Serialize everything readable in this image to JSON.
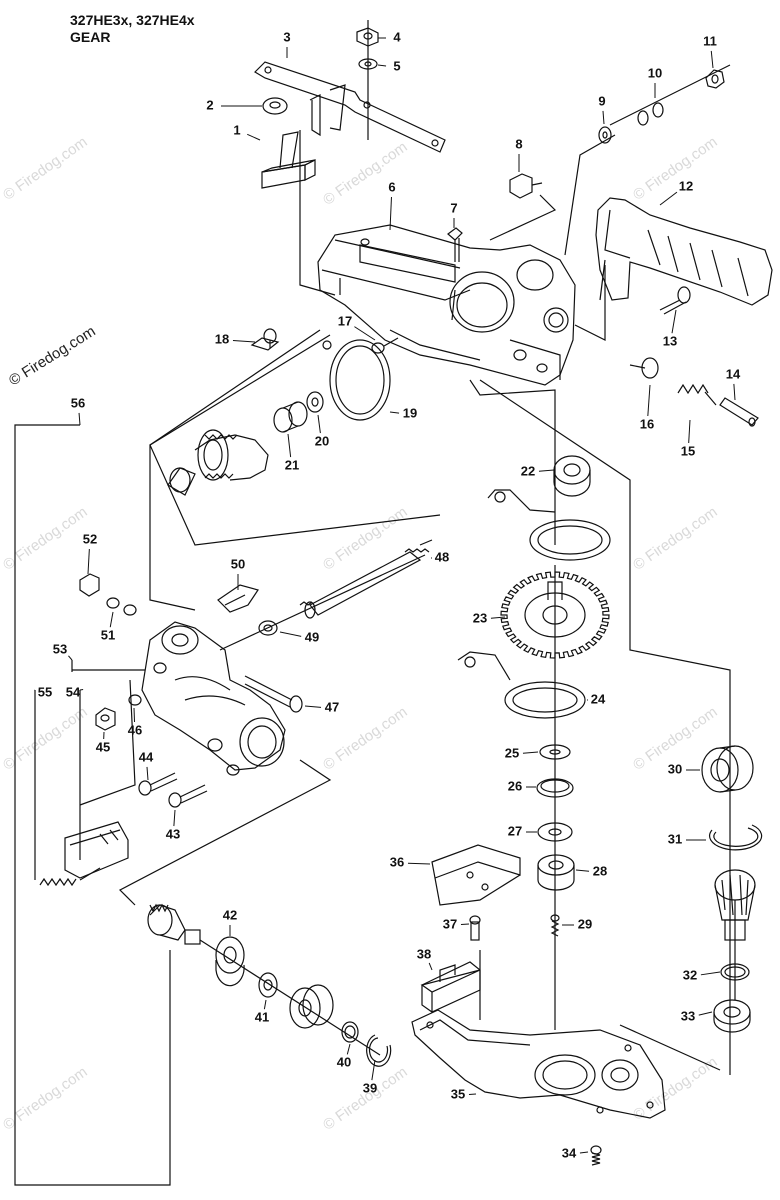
{
  "header": {
    "models": "327HE3x, 327HE4x",
    "section": "GEAR"
  },
  "watermark": {
    "text": "Firedog.com",
    "copyright_symbol": "©",
    "color": "#d9d9d9"
  },
  "parts": [
    {
      "n": "1"
    },
    {
      "n": "2"
    },
    {
      "n": "3"
    },
    {
      "n": "4"
    },
    {
      "n": "5"
    },
    {
      "n": "6"
    },
    {
      "n": "7"
    },
    {
      "n": "8"
    },
    {
      "n": "9"
    },
    {
      "n": "10"
    },
    {
      "n": "11"
    },
    {
      "n": "12"
    },
    {
      "n": "13"
    },
    {
      "n": "14"
    },
    {
      "n": "15"
    },
    {
      "n": "16"
    },
    {
      "n": "17"
    },
    {
      "n": "18"
    },
    {
      "n": "19"
    },
    {
      "n": "20"
    },
    {
      "n": "21"
    },
    {
      "n": "22"
    },
    {
      "n": "23"
    },
    {
      "n": "24"
    },
    {
      "n": "25"
    },
    {
      "n": "26"
    },
    {
      "n": "27"
    },
    {
      "n": "28"
    },
    {
      "n": "29"
    },
    {
      "n": "30"
    },
    {
      "n": "31"
    },
    {
      "n": "32"
    },
    {
      "n": "33"
    },
    {
      "n": "34"
    },
    {
      "n": "35"
    },
    {
      "n": "36"
    },
    {
      "n": "37"
    },
    {
      "n": "38"
    },
    {
      "n": "39"
    },
    {
      "n": "40"
    },
    {
      "n": "41"
    },
    {
      "n": "42"
    },
    {
      "n": "43"
    },
    {
      "n": "44"
    },
    {
      "n": "45"
    },
    {
      "n": "46"
    },
    {
      "n": "47"
    },
    {
      "n": "48"
    },
    {
      "n": "49"
    },
    {
      "n": "50"
    },
    {
      "n": "51"
    },
    {
      "n": "52"
    },
    {
      "n": "53"
    },
    {
      "n": "54"
    },
    {
      "n": "55"
    },
    {
      "n": "56"
    }
  ]
}
